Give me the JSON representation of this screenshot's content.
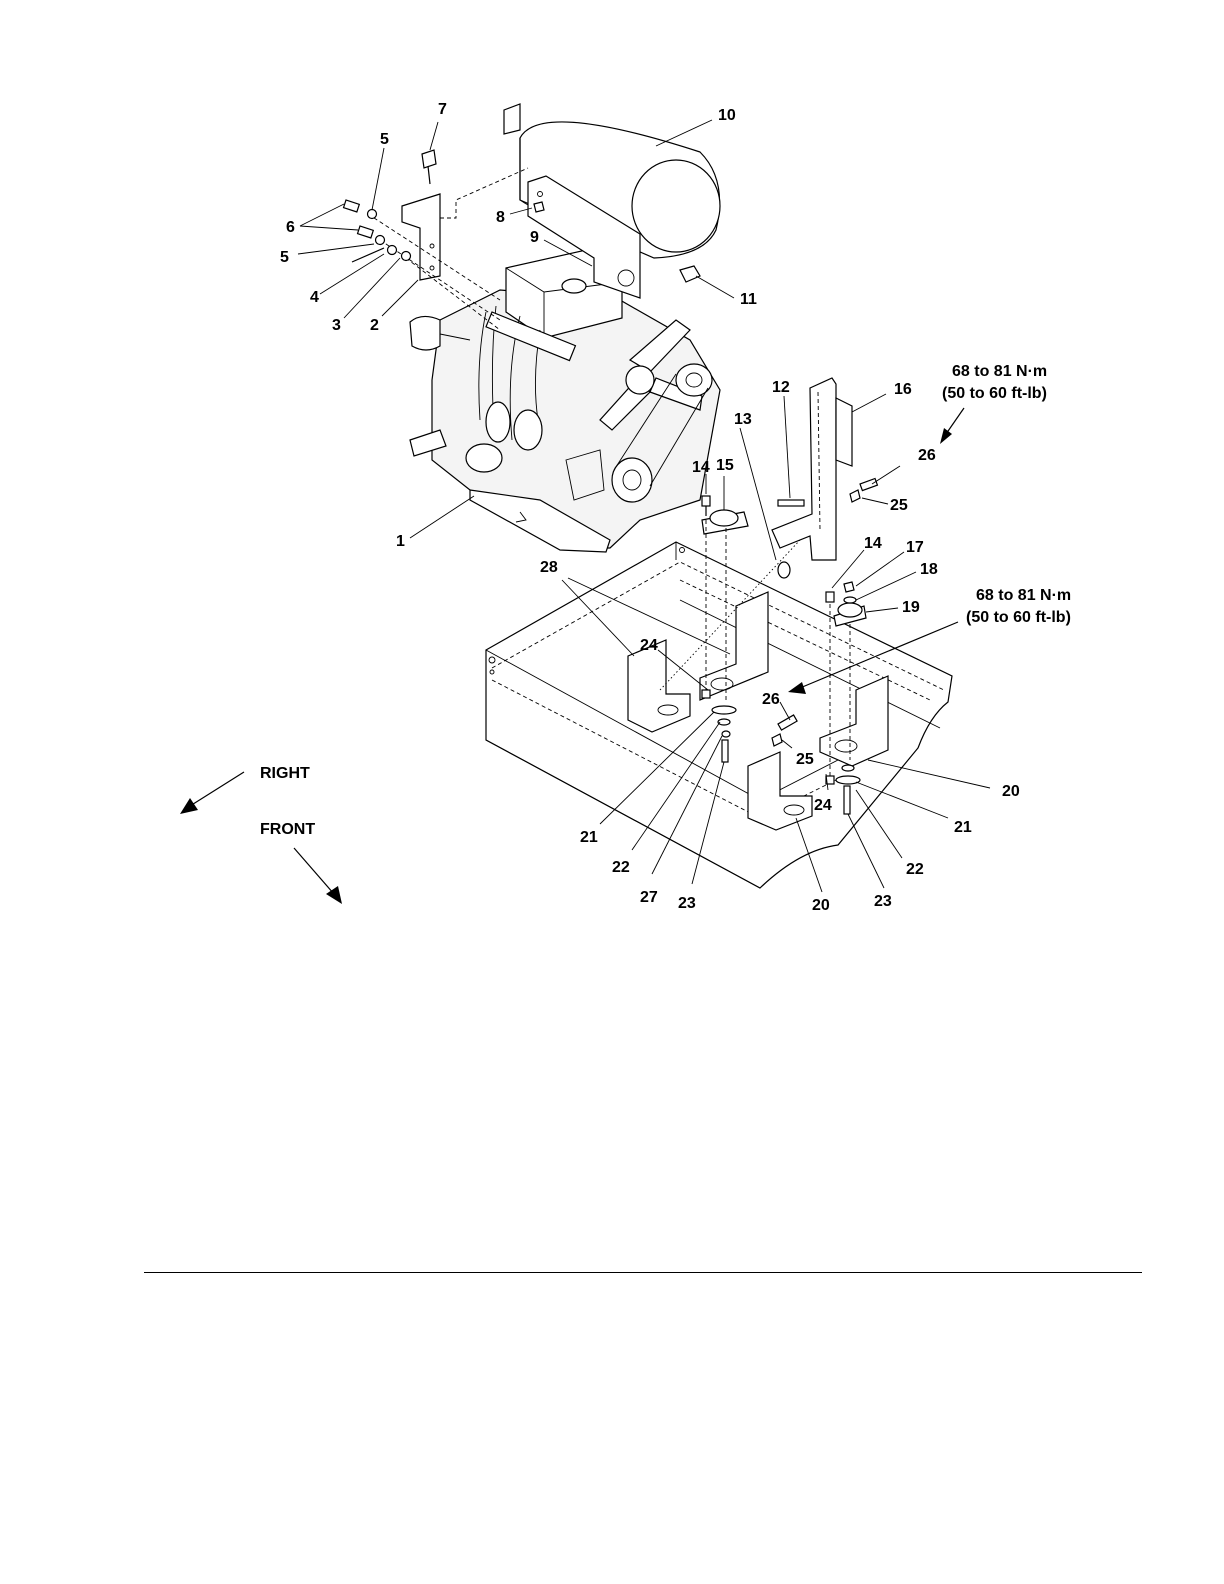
{
  "callouts": [
    {
      "id": "c1",
      "text": "1"
    },
    {
      "id": "c2",
      "text": "2"
    },
    {
      "id": "c3",
      "text": "3"
    },
    {
      "id": "c4",
      "text": "4"
    },
    {
      "id": "c5a",
      "text": "5"
    },
    {
      "id": "c5b",
      "text": "5"
    },
    {
      "id": "c6",
      "text": "6"
    },
    {
      "id": "c7",
      "text": "7"
    },
    {
      "id": "c8",
      "text": "8"
    },
    {
      "id": "c9",
      "text": "9"
    },
    {
      "id": "c10",
      "text": "10"
    },
    {
      "id": "c11",
      "text": "11"
    },
    {
      "id": "c12",
      "text": "12"
    },
    {
      "id": "c13",
      "text": "13"
    },
    {
      "id": "c14a",
      "text": "14"
    },
    {
      "id": "c14b",
      "text": "14"
    },
    {
      "id": "c15",
      "text": "15"
    },
    {
      "id": "c16",
      "text": "16"
    },
    {
      "id": "c17",
      "text": "17"
    },
    {
      "id": "c18",
      "text": "18"
    },
    {
      "id": "c19",
      "text": "19"
    },
    {
      "id": "c20a",
      "text": "20"
    },
    {
      "id": "c20b",
      "text": "20"
    },
    {
      "id": "c21a",
      "text": "21"
    },
    {
      "id": "c21b",
      "text": "21"
    },
    {
      "id": "c22a",
      "text": "22"
    },
    {
      "id": "c22b",
      "text": "22"
    },
    {
      "id": "c23a",
      "text": "23"
    },
    {
      "id": "c23b",
      "text": "23"
    },
    {
      "id": "c24a",
      "text": "24"
    },
    {
      "id": "c24b",
      "text": "24"
    },
    {
      "id": "c25a",
      "text": "25"
    },
    {
      "id": "c25b",
      "text": "25"
    },
    {
      "id": "c26a",
      "text": "26"
    },
    {
      "id": "c26b",
      "text": "26"
    },
    {
      "id": "c27",
      "text": "27"
    },
    {
      "id": "c28",
      "text": "28"
    }
  ],
  "torque_notes": [
    {
      "line1": "68 to 81 N·m",
      "line2": "(50 to 60 ft-lb)"
    },
    {
      "line1": "68 to 81 N·m",
      "line2": "(50 to 60 ft-lb)"
    }
  ],
  "directions": {
    "right": "RIGHT",
    "front": "FRONT"
  }
}
